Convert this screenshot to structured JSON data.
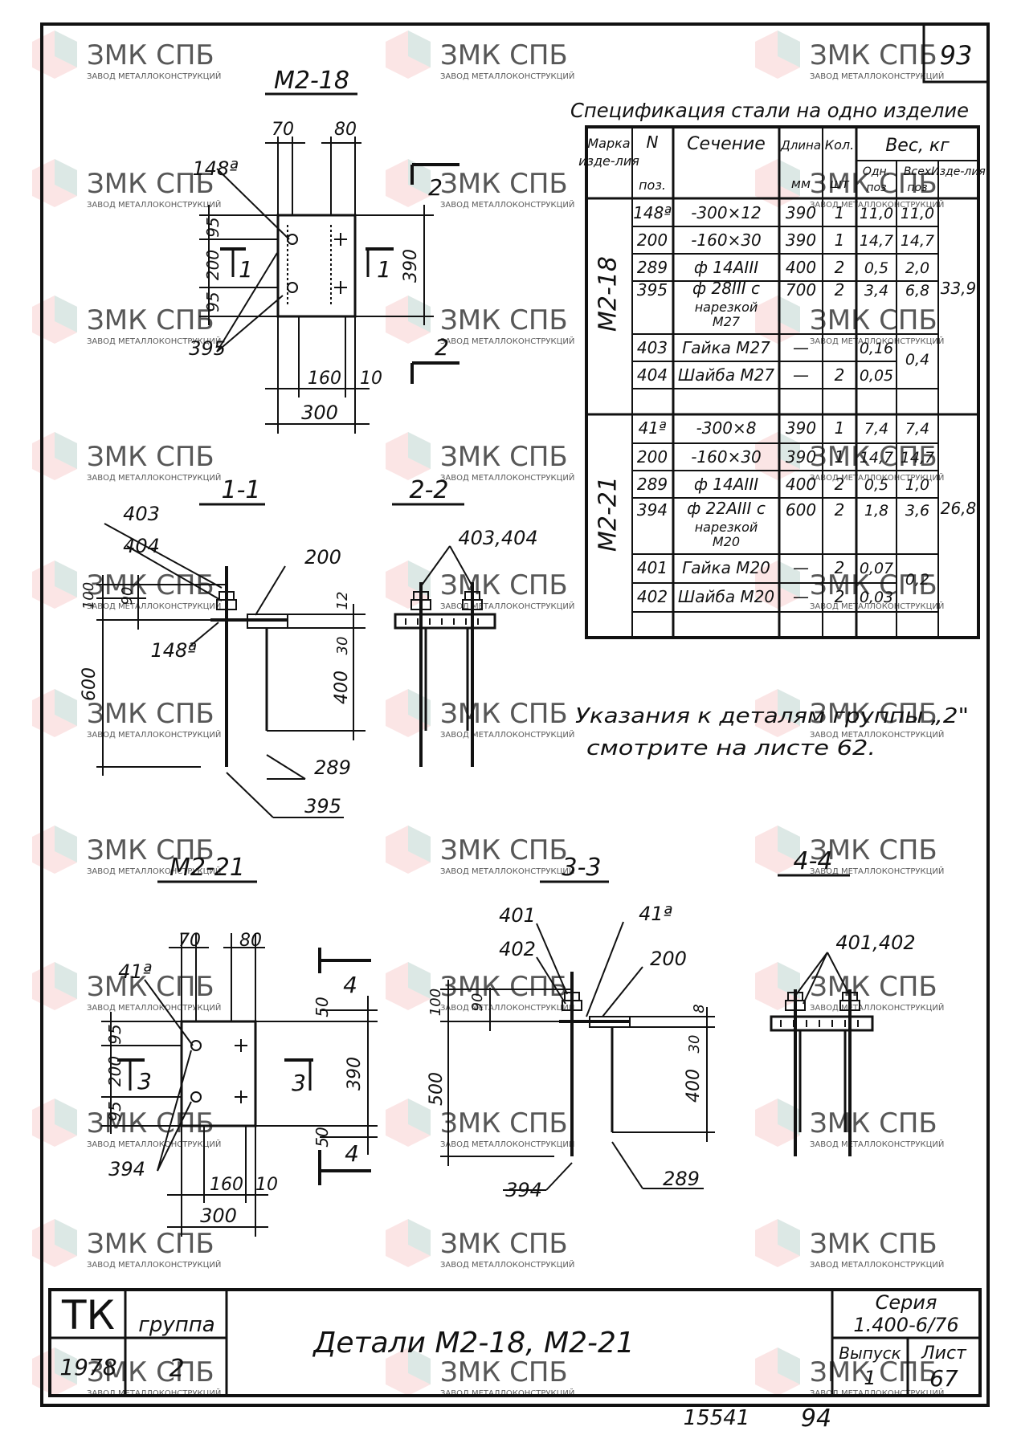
{
  "sheet": {
    "corner_number": "93",
    "footer_left": "15541",
    "footer_right": "94"
  },
  "watermark": {
    "brand": "ЗМК СПБ",
    "subtitle": "ЗАВОД МЕТАЛЛОКОНСТРУКЦИЙ",
    "colors": {
      "text": "#f6c6c6",
      "logo_a": "#f9d3d3",
      "logo_b": "#cfe9e6"
    }
  },
  "drawings": {
    "m218": {
      "title": "М2-18",
      "dims": {
        "d70": "70",
        "d80": "80",
        "d148a": "148ª",
        "d95a": "95",
        "d200": "200",
        "d95b": "95",
        "d390": "390",
        "d395": "395",
        "d160": "160",
        "d10": "10",
        "d300": "300"
      },
      "cuts": {
        "c1a": "1",
        "c1b": "1",
        "c2a": "2",
        "c2b": "2"
      }
    },
    "sec11": {
      "title": "1-1",
      "labels": {
        "l403": "403",
        "l404": "404",
        "l200": "200",
        "l148a": "148ª",
        "l289": "289",
        "l395": "395",
        "d100": "100",
        "d90": "90",
        "d12": "12",
        "d30": "30",
        "d400": "400",
        "d600": "600"
      }
    },
    "sec22": {
      "title": "2-2",
      "labels": {
        "l403404": "403,404"
      }
    },
    "m221": {
      "title": "М2-21",
      "dims": {
        "d70": "70",
        "d80": "80",
        "d41a": "41ª",
        "d95a": "95",
        "d200": "200",
        "d95b": "95",
        "d390": "390",
        "d50a": "50",
        "d50b": "50",
        "d394": "394",
        "d160": "160",
        "d10": "10",
        "d300": "300"
      },
      "cuts": {
        "c3a": "3",
        "c3b": "3",
        "c4a": "4",
        "c4b": "4"
      }
    },
    "sec33": {
      "title": "3-3",
      "labels": {
        "l401": "401",
        "l402": "402",
        "l41a": "41ª",
        "l200": "200",
        "l394": "394",
        "l289": "289",
        "d100": "100",
        "d90": "90",
        "d8": "8",
        "d30": "30",
        "d400": "400",
        "d500": "500"
      }
    },
    "sec44": {
      "title": "4-4",
      "labels": {
        "l401402": "401,402"
      }
    }
  },
  "spec": {
    "title": "Спецификация стали на одно изделие",
    "headers": {
      "mark": "Марка изде-лия",
      "pos": "N поз.",
      "section": "Сечение",
      "length": "Длина мм",
      "qty": "Кол. шт",
      "weight": "Вес, кг",
      "w_one": "Одн. поз",
      "w_all": "Всех поз",
      "w_item": "Изде-лия"
    },
    "groups": [
      {
        "mark": "М2-18",
        "total": "33,9",
        "rows": [
          {
            "pos": "148ª",
            "section": "-300×12",
            "length": "390",
            "qty": "1",
            "one": "11,0",
            "all": "11,0"
          },
          {
            "pos": "200",
            "section": "-160×30",
            "length": "390",
            "qty": "1",
            "one": "14,7",
            "all": "14,7"
          },
          {
            "pos": "289",
            "section": "ф 14АIII",
            "length": "400",
            "qty": "2",
            "one": "0,5",
            "all": "2,0"
          },
          {
            "pos": "395",
            "section": "ф 28III с нарезкой М27",
            "length": "700",
            "qty": "2",
            "one": "3,4",
            "all": "6,8"
          },
          {
            "pos": "403",
            "section": "Гайка М27",
            "length": "—",
            "qty": "",
            "one": "0,16",
            "all": "0,4"
          },
          {
            "pos": "404",
            "section": "Шайба М27",
            "length": "—",
            "qty": "2",
            "one": "0,05",
            "all": ""
          }
        ]
      },
      {
        "mark": "М2-21",
        "total": "26,8",
        "rows": [
          {
            "pos": "41ª",
            "section": "-300×8",
            "length": "390",
            "qty": "1",
            "one": "7,4",
            "all": "7,4"
          },
          {
            "pos": "200",
            "section": "-160×30",
            "length": "390",
            "qty": "1",
            "one": "14,7",
            "all": "14,7"
          },
          {
            "pos": "289",
            "section": "ф 14АIII",
            "length": "400",
            "qty": "2",
            "one": "0,5",
            "all": "1,0"
          },
          {
            "pos": "394",
            "section": "ф 22АIII с нарезкой М20",
            "length": "600",
            "qty": "2",
            "one": "1,8",
            "all": "3,6"
          },
          {
            "pos": "401",
            "section": "Гайка М20",
            "length": "—",
            "qty": "2",
            "one": "0,07",
            "all": "0,2"
          },
          {
            "pos": "402",
            "section": "Шайба М20",
            "length": "—",
            "qty": "2",
            "one": "0,03",
            "all": ""
          }
        ]
      }
    ]
  },
  "note": {
    "line1": "Указания к деталям группы „2\"",
    "line2": "смотрите на листе 62."
  },
  "title_block": {
    "tk": "ТК",
    "group_label": "группа",
    "year": "1978",
    "group_value": "2",
    "title": "Детали М2-18, М2-21",
    "series_label": "Серия",
    "series_value": "1.400-6/76",
    "issue_label": "Выпуск",
    "issue_value": "1",
    "sheet_label": "Лист",
    "sheet_value": "67"
  }
}
